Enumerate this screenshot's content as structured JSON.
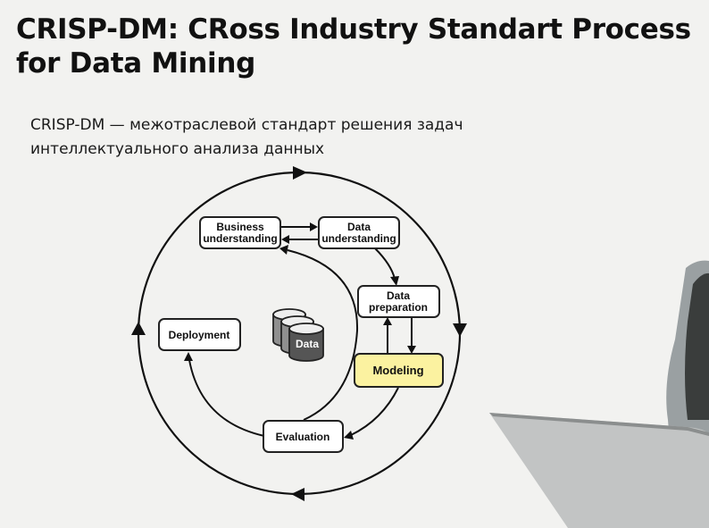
{
  "slide": {
    "title_line1": "CRISP-DM: CRoss Industry Standart Process",
    "title_line2": "for Data Mining",
    "subtitle_line1": "CRISP-DM — межотраслевой стандарт решения задач",
    "subtitle_line2": "интеллектуального анализа данных"
  },
  "diagram": {
    "business_understanding": [
      "Business",
      "understanding"
    ],
    "data_understanding": [
      "Data",
      "understanding"
    ],
    "data_preparation": [
      "Data",
      "preparation"
    ],
    "modeling": "Modeling",
    "evaluation": "Evaluation",
    "deployment": "Deployment",
    "data_store": "Data",
    "highlight_color": "#fbf2a0"
  }
}
